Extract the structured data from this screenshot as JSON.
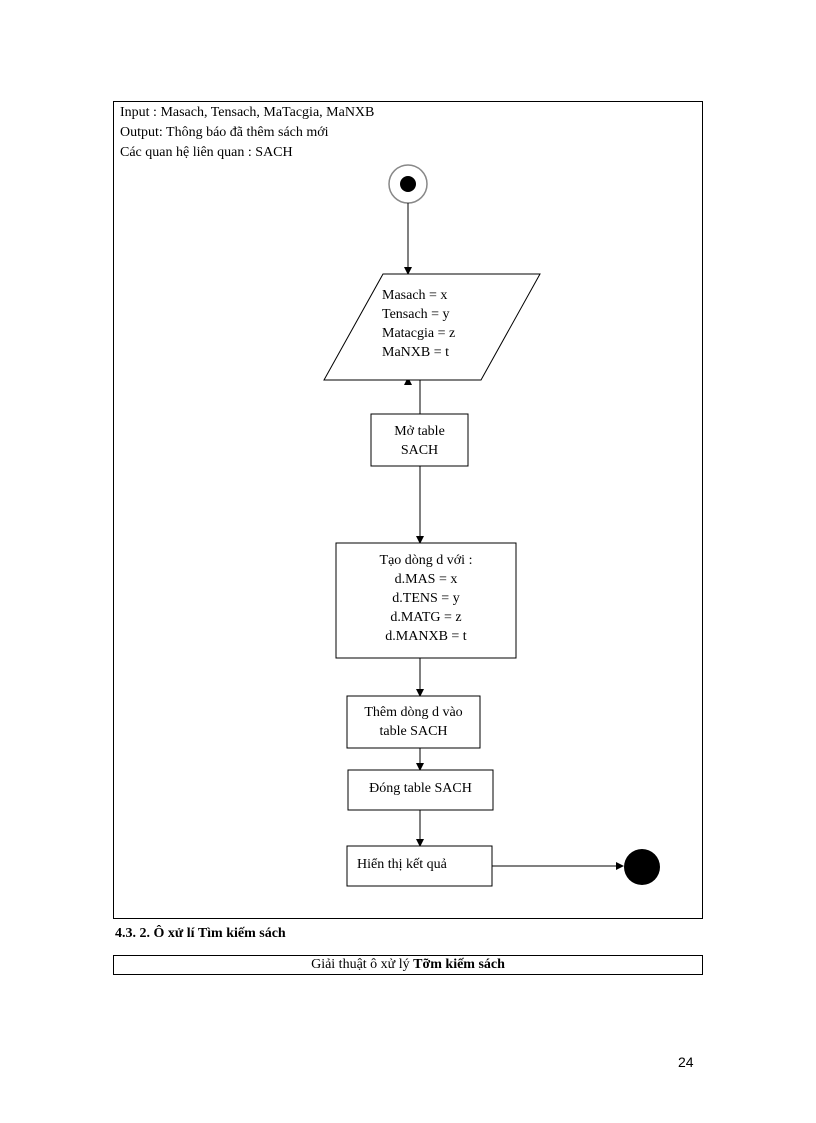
{
  "info": {
    "input": "Input : Masach, Tensach, MaTacgia, MaNXB",
    "output": "Output: Thông báo đã thêm sách mới",
    "relations": "Các quan hệ liên quan : SACH"
  },
  "flowchart": {
    "input_lines": [
      "Masach = x",
      "Tensach = y",
      "Matacgia = z",
      "MaNXB = t"
    ],
    "open_table": [
      "Mở table",
      "SACH"
    ],
    "create_row": [
      "Tạo dòng d với :",
      "d.MAS = x",
      "d.TENS = y",
      "d.MATG = z",
      "d.MANXB = t"
    ],
    "add_row": [
      "Thêm dòng d vào",
      "table SACH"
    ],
    "close_table": "Đóng table SACH",
    "show_result": "Hiển thị kết quả"
  },
  "section_heading": "4.3. 2. Ô xử lí Tìm kiếm sách",
  "algorithm_bar": {
    "prefix": "Giải thuật ô xử lý ",
    "title": "Tỡm kiếm sách"
  },
  "page_number": "24",
  "colors": {
    "line": "#000000",
    "background": "#ffffff",
    "start_ring": "#888888"
  }
}
